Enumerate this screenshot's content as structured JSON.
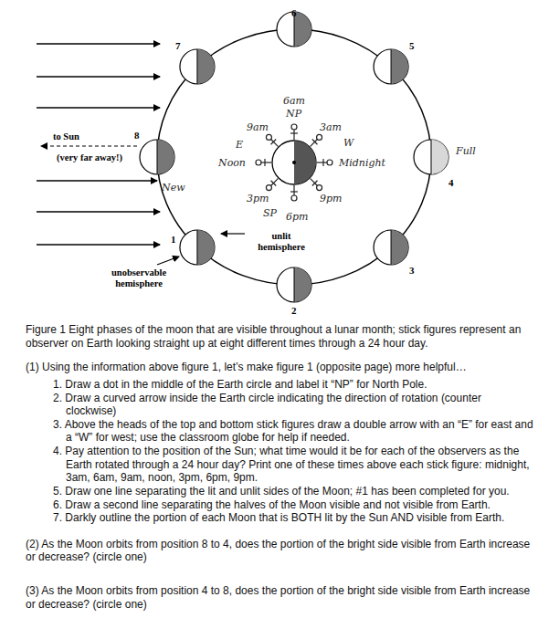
{
  "diagram": {
    "caption": "Figure 1 Eight phases of the moon that are visible throughout a lunar month; stick figures represent an observer on Earth looking straight up at eight different times through a 24 hour day.",
    "labels": [
      "to Sun",
      "(very far away!)",
      "7",
      "6",
      "5",
      "4",
      "3",
      "2",
      "1",
      "8",
      "New",
      "Full",
      "unobservable hemisphere",
      "unlit hemisphere",
      "6am",
      "NP",
      "9am",
      "3am",
      "E",
      "W",
      "Noon",
      "Midnight",
      "3pm",
      "SP",
      "6pm",
      "9pm",
      "(1) Using the information above figure 1, let’s make figure 1 (opposite page) more helpful…",
      "1. Draw a dot in the middle of the Earth circle and label it “NP” for North Pole.",
      "2. Draw a curved arrow inside the Earth circle indicating the direction of rotation (counter clockwise)",
      "3. Above the heads of the top and bottom stick figures draw a double arrow with an “E” for east and a “W” for west; use the classroom globe for help if needed.",
      "4. Pay attention to the position of the Sun; what time would it be for each of the observers as the Earth rotated through a 24 hour day? Print one of these times above each stick figure: midnight, 3am, 6am, 9am, noon, 3pm, 6pm, 9pm.",
      "5. Draw one line separating the lit and unlit sides of the Moon; #1 has been completed for you.",
      "6. Draw a second line separating the halves of the Moon visible and not visible from Earth.",
      "7. Darkly outline the portion of each Moon that is BOTH lit by the Sun AND visible from Earth.",
      "(2) As the Moon orbits from position 8 to 4, does the portion of the bright side visible from Earth increase or decrease? (circle one)",
      "(3) As the Moon orbits from position 4 to 8, does the portion of the bright side visible from Earth increase or decrease? (circle one)"
    ]
  }
}
